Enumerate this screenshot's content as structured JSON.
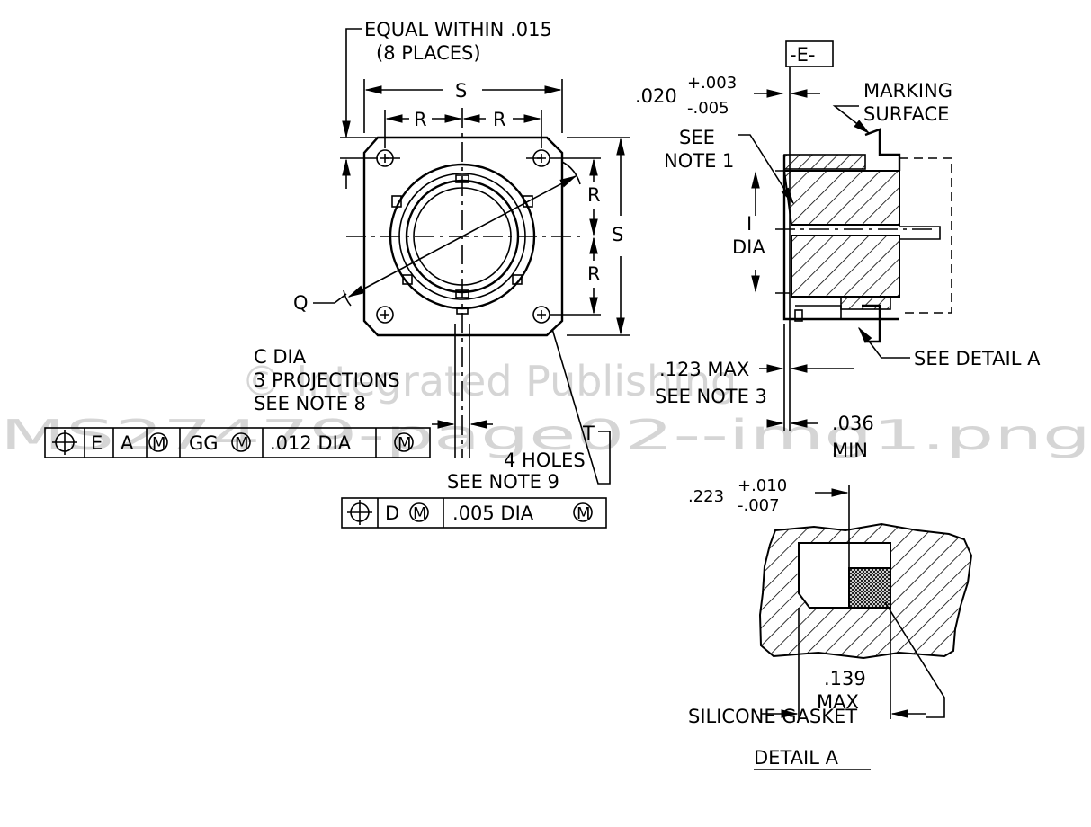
{
  "watermark": {
    "line1": "© Integrated Publishing",
    "line2": "MS27479-page02--img1.png"
  },
  "front_view": {
    "equal_note_1": "EQUAL WITHIN .015",
    "equal_note_2": "(8 PLACES)",
    "dim_s_top": "S",
    "dim_r_left": "R",
    "dim_r_right": "R",
    "dim_r_upper": "R",
    "dim_r_lower": "R",
    "dim_s_side": "S",
    "dim_q": "Q",
    "c_dia_1": "C DIA",
    "c_dia_2": "3 PROJECTIONS",
    "c_dia_3": "SEE NOTE 8",
    "dim_t": "T",
    "holes_1": "4 HOLES",
    "holes_2": "SEE NOTE 9"
  },
  "fcf_top": {
    "c1": "E",
    "c2": "A",
    "c3": "M",
    "c4": "GG",
    "c5": "M",
    "c6": ".012  DIA",
    "c7": "M"
  },
  "fcf_bottom": {
    "c1": "D",
    "c2": "M",
    "c3": ".005  DIA",
    "c4": "M"
  },
  "side_view": {
    "datum_e": "-E-",
    "dim_020": ".020",
    "tol_plus": "+.003",
    "tol_minus": "-.005",
    "marking_1": "MARKING",
    "marking_2": "SURFACE",
    "see_note_a": "SEE",
    "see_note_b": "NOTE 1",
    "dim_i": "I",
    "dim_dia": "DIA",
    "max_123": ".123 MAX",
    "see_note3": "SEE NOTE 3",
    "min_036": ".036",
    "min_label": "MIN",
    "see_detail": "SEE DETAIL A"
  },
  "detail_a": {
    "dim_223": ".223",
    "tol_plus": "+.010",
    "tol_minus": "-.007",
    "dim_139": ".139",
    "max_label": "MAX",
    "gasket": "SILICONE GASKET",
    "title": "DETAIL A"
  }
}
